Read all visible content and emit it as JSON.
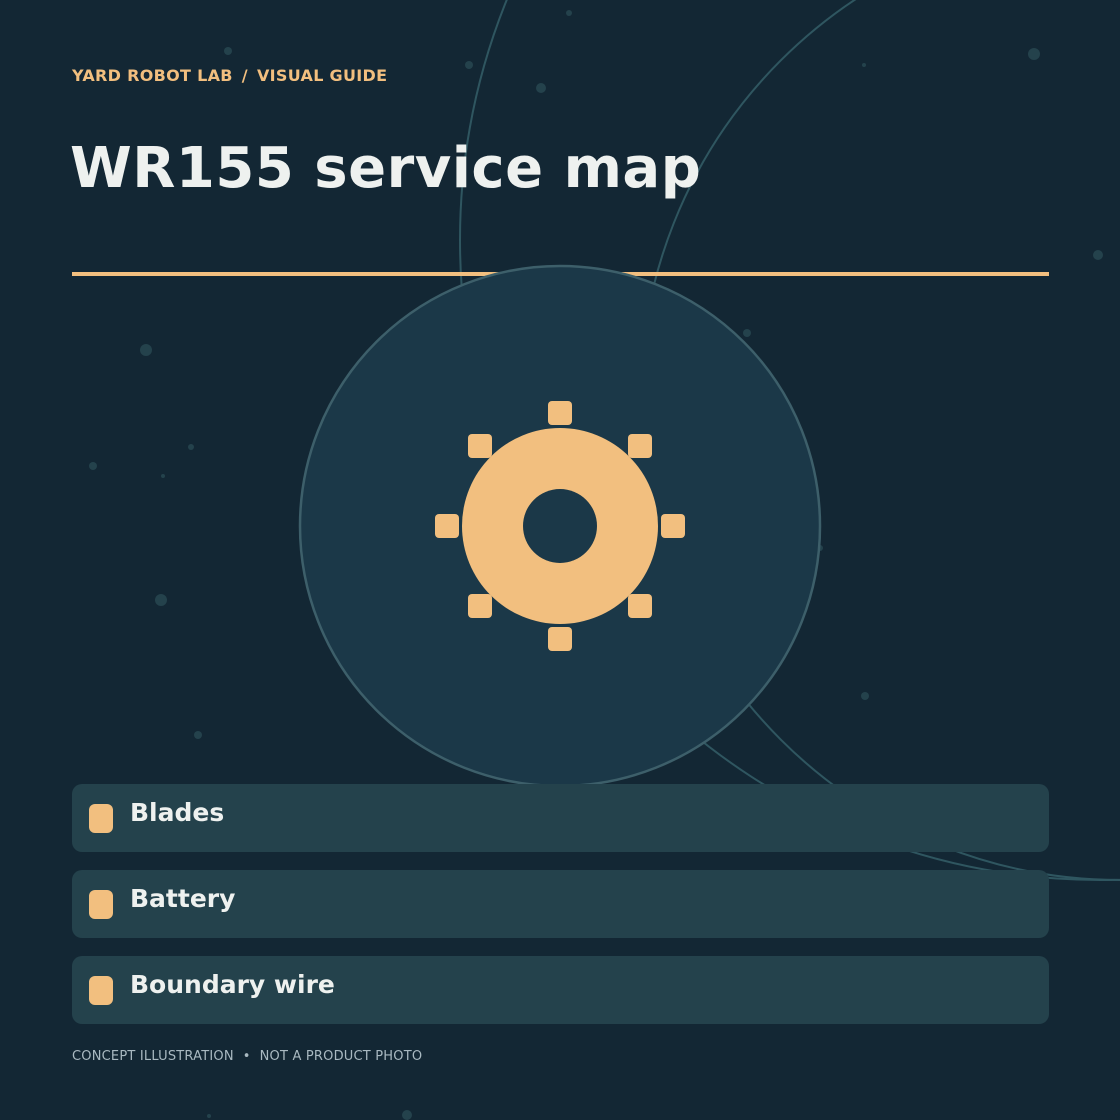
{
  "colors": {
    "background": "#132734",
    "accent": "#f2bf7f",
    "card": "#24424c",
    "hero_circle": "#1b3848",
    "text": "#eef1ef"
  },
  "header": {
    "breadcrumb": [
      "YARD ROBOT LAB",
      "VISUAL GUIDE"
    ],
    "breadcrumb_separator": "/",
    "title": "WR155 service map"
  },
  "hero": {
    "icon": "gear-icon"
  },
  "items": [
    {
      "label": "Blades"
    },
    {
      "label": "Battery"
    },
    {
      "label": "Boundary wire"
    }
  ],
  "footer": {
    "parts": [
      "CONCEPT ILLUSTRATION",
      "NOT A PRODUCT PHOTO"
    ],
    "separator": "•"
  }
}
